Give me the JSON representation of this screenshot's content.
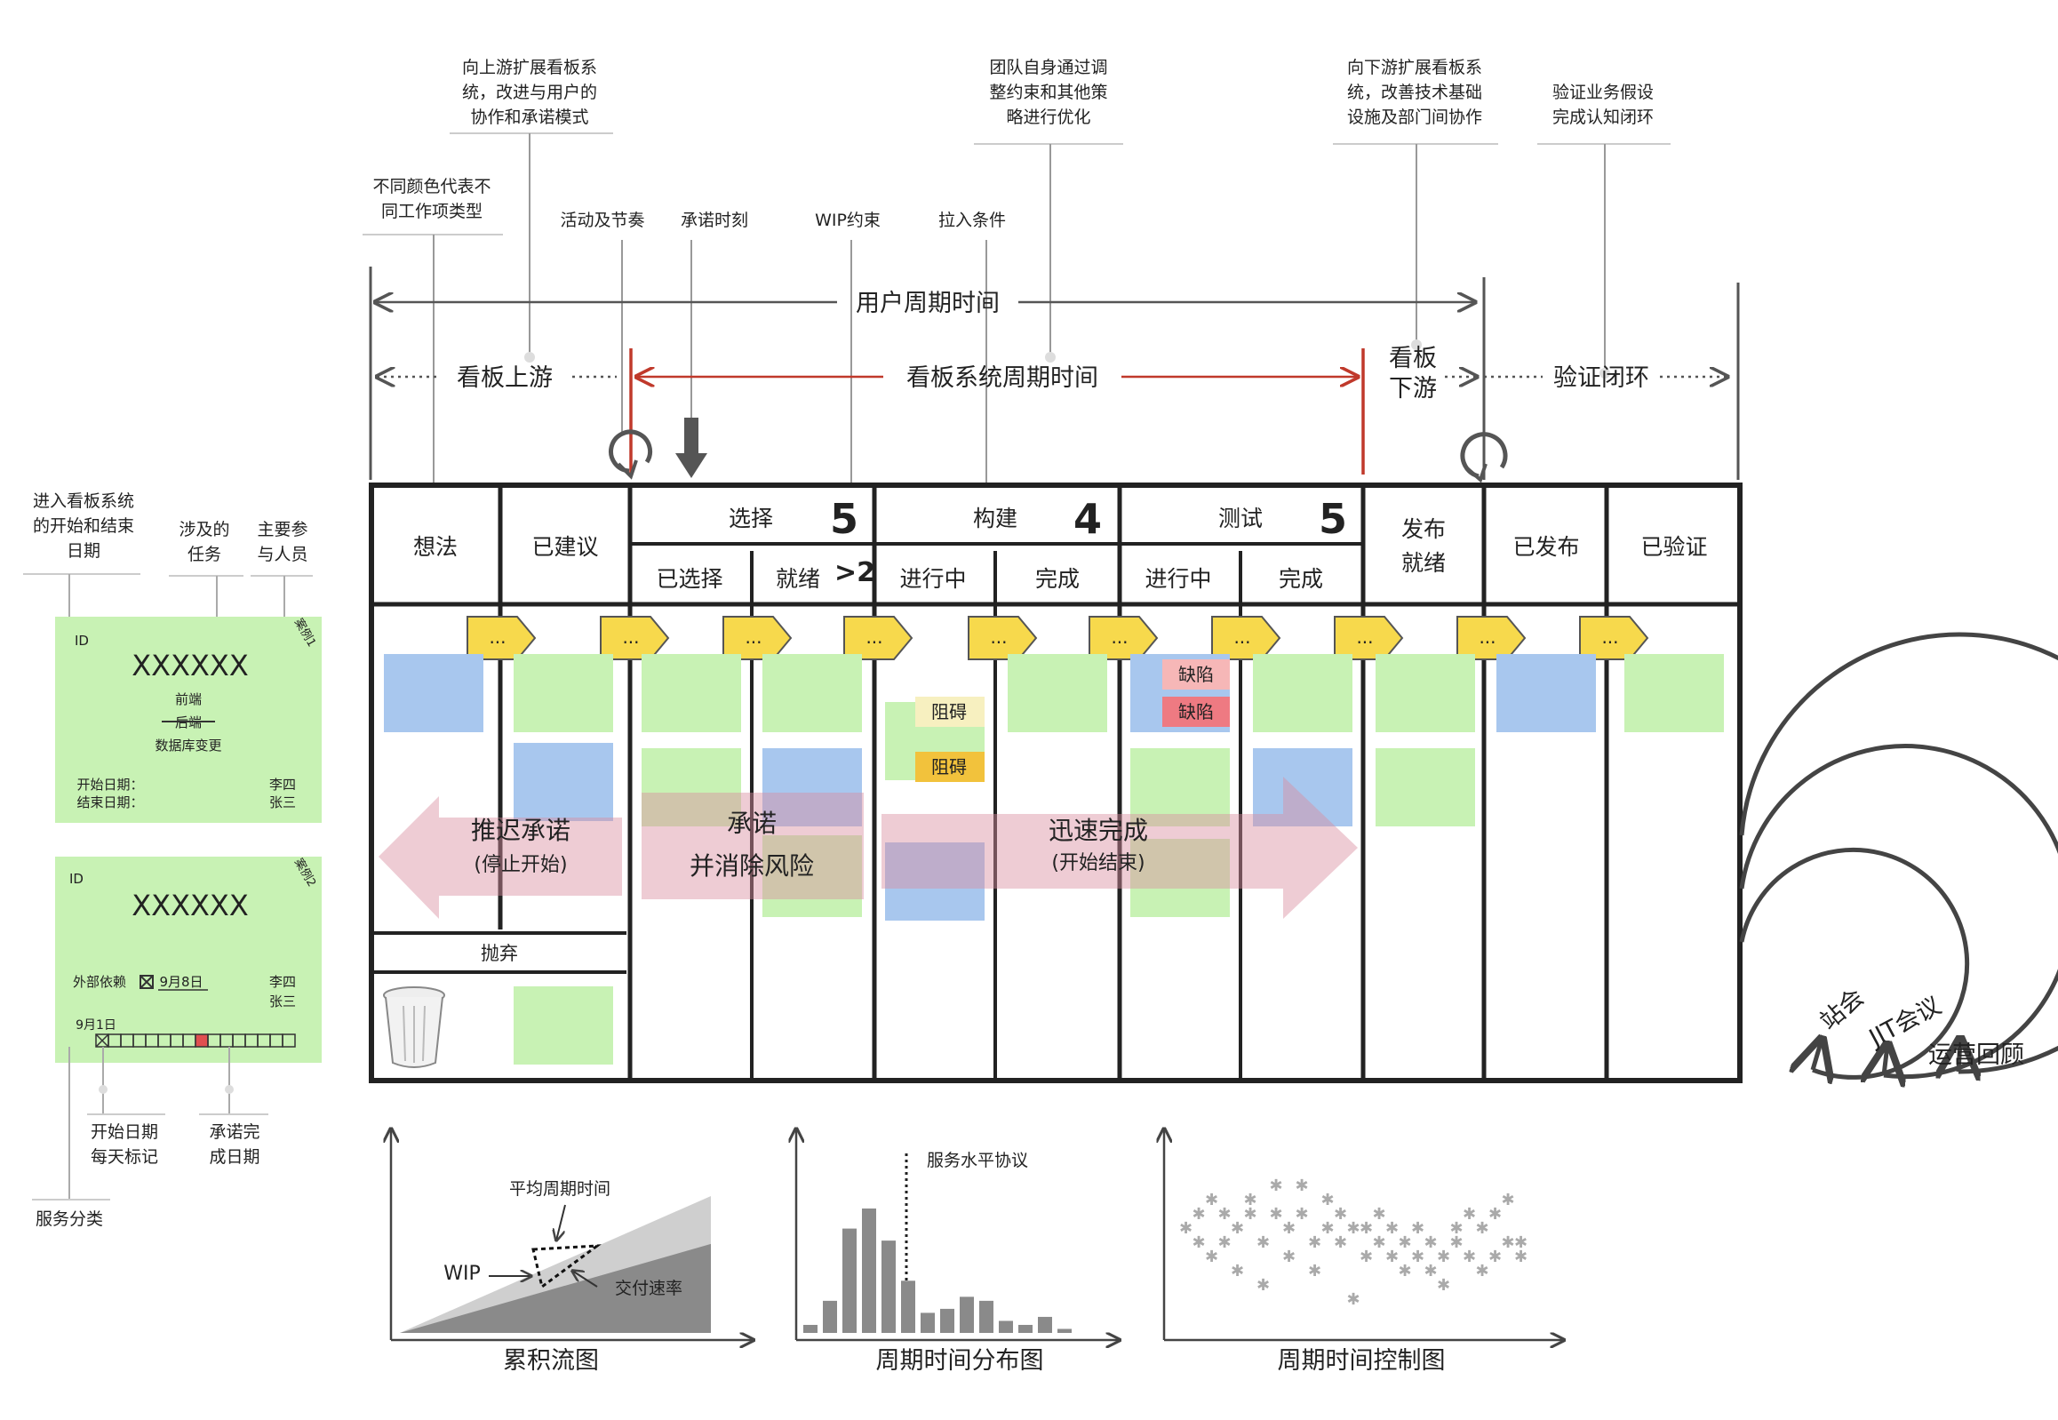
{
  "annotations": {
    "expand_upstream": [
      "向上游扩展看板系",
      "统，改进与用户的",
      "协作和承诺模式"
    ],
    "team_constraints": [
      "团队自身通过调",
      "整约束和其他策",
      "略进行优化"
    ],
    "expand_downstream": [
      "向下游扩展看板系",
      "统，改善技术基础",
      "设施及部门间协作"
    ],
    "validate_hypothesis": [
      "验证业务假设",
      "完成认知闭环"
    ],
    "colors_types": [
      "不同颜色代表不",
      "同工作项类型"
    ],
    "cadence": "活动及节奏",
    "commitment_point": "承诺时刻",
    "wip_limit": "WIP约束",
    "pull_criteria": "拉入条件"
  },
  "timelines": {
    "customer_lead_time": "用户周期时间",
    "upstream": "看板上游",
    "system_lead_time": "看板系统周期时间",
    "downstream": [
      "看板",
      "下游"
    ],
    "validation_loop": "验证闭环"
  },
  "board": {
    "columns": {
      "ideas": "想法",
      "proposed": "已建议",
      "selection": "选择",
      "selection_wip": "5",
      "selected": "已选择",
      "ready": "就绪",
      "ready_limit": ">2",
      "build": "构建",
      "build_wip": "4",
      "in_progress_1": "进行中",
      "done_1": "完成",
      "test": "测试",
      "test_wip": "5",
      "in_progress_2": "进行中",
      "done_2": "完成",
      "ready_to_release": [
        "发布",
        "就绪"
      ],
      "released": "已发布",
      "validated": "已验证"
    },
    "pull_marker": "...",
    "discard": "抛弃",
    "blockers": [
      "阻碍",
      "阻碍"
    ],
    "defects": [
      "缺陷",
      "缺陷"
    ],
    "arrows": {
      "defer": [
        "推迟承诺",
        "(停止开始)"
      ],
      "commit": [
        "承诺",
        "并消除风险"
      ],
      "finish": [
        "迅速完成",
        "(开始结束)"
      ]
    }
  },
  "legend": {
    "start_end_dates": [
      "进入看板系统",
      "的开始和结束",
      "日期"
    ],
    "tasks": [
      "涉及的",
      "任务"
    ],
    "people": [
      "主要参",
      "与人员"
    ],
    "card1": {
      "id": "ID",
      "example": "案例1",
      "title": "XXXXXX",
      "tasks": [
        "前端",
        "后端",
        "数据库变更"
      ],
      "start": "开始日期：",
      "end": "结束日期：",
      "people": [
        "李四",
        "张三"
      ]
    },
    "card2": {
      "id": "ID",
      "example": "案例2",
      "title": "XXXXXX",
      "dependency_label": "外部依赖",
      "dependency_date": "9月8日",
      "people": [
        "李四",
        "张三"
      ],
      "date_mark": "9月1日"
    },
    "daily_marks": [
      "开始日期",
      "每天标记"
    ],
    "commit_date": [
      "承诺完",
      "成日期"
    ],
    "service_class": "服务分类"
  },
  "meetings": [
    "站会",
    "JIT会议",
    "运营回顾"
  ],
  "charts": {
    "cfd": {
      "title": "累积流图",
      "avg_lead_time": "平均周期时间",
      "wip": "WIP",
      "delivery_rate": "交付速率"
    },
    "histogram": {
      "title": "周期时间分布图",
      "sla": "服务水平协议"
    },
    "control": {
      "title": "周期时间控制图"
    }
  },
  "chart_data": [
    {
      "type": "area",
      "title": "累积流图",
      "series": [
        {
          "name": "",
          "values": [
            0,
            100
          ]
        },
        {
          "name": "",
          "values": [
            0,
            65
          ]
        }
      ]
    },
    {
      "type": "bar",
      "title": "周期时间分布图",
      "values": [
        2,
        8,
        26,
        31,
        23,
        13,
        5,
        6,
        9,
        8,
        3,
        2,
        4,
        1
      ]
    },
    {
      "type": "scatter",
      "title": "周期时间控制图",
      "points": [
        [
          1,
          7
        ],
        [
          2,
          8
        ],
        [
          2,
          6
        ],
        [
          3,
          9
        ],
        [
          3,
          5
        ],
        [
          4,
          8
        ],
        [
          4,
          6
        ],
        [
          5,
          4
        ],
        [
          5,
          7
        ],
        [
          6,
          8
        ],
        [
          6,
          9
        ],
        [
          7,
          6
        ],
        [
          7,
          3
        ],
        [
          8,
          8
        ],
        [
          8,
          10
        ],
        [
          9,
          7
        ],
        [
          9,
          5
        ],
        [
          10,
          8
        ],
        [
          10,
          10
        ],
        [
          11,
          6
        ],
        [
          11,
          4
        ],
        [
          12,
          7
        ],
        [
          12,
          9
        ],
        [
          13,
          8
        ],
        [
          13,
          6
        ],
        [
          14,
          2
        ],
        [
          14,
          7
        ],
        [
          15,
          5
        ],
        [
          15,
          7
        ],
        [
          16,
          8
        ],
        [
          16,
          6
        ],
        [
          17,
          5
        ],
        [
          17,
          7
        ],
        [
          18,
          6
        ],
        [
          18,
          4
        ],
        [
          19,
          7
        ],
        [
          19,
          5
        ],
        [
          20,
          4
        ],
        [
          20,
          6
        ],
        [
          21,
          3
        ],
        [
          21,
          5
        ],
        [
          22,
          6
        ],
        [
          22,
          7
        ],
        [
          23,
          8
        ],
        [
          23,
          5
        ],
        [
          24,
          4
        ],
        [
          24,
          7
        ],
        [
          25,
          5
        ],
        [
          25,
          8
        ],
        [
          26,
          9
        ],
        [
          26,
          6
        ],
        [
          27,
          5
        ],
        [
          27,
          6
        ]
      ]
    }
  ]
}
